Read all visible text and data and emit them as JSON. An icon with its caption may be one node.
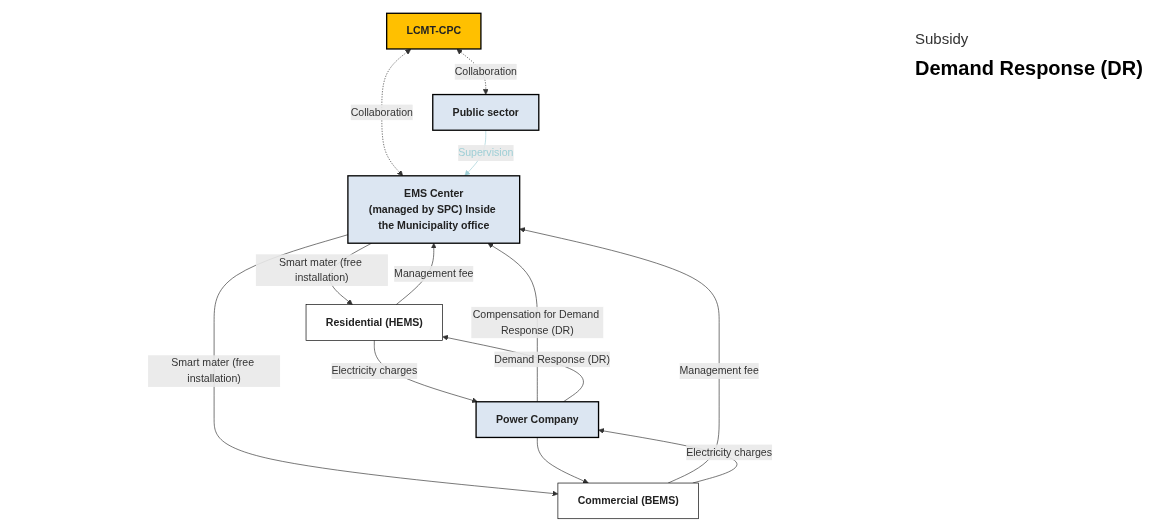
{
  "diagram": {
    "nodes": [
      {
        "text": [
          "LCMT-CPC"
        ]
      },
      {
        "text": [
          "Public sector"
        ]
      },
      {
        "text": [
          "Residential (HEMS)"
        ]
      },
      {
        "text": [
          "EMS Center",
          "(managed by SPC) Inside the Municipality office"
        ]
      },
      {
        "text": [
          "Commercial (BEMS)"
        ]
      },
      {
        "text": [
          "Power Company"
        ]
      }
    ],
    "edges": [
      {
        "from": 0,
        "to": 1,
        "arrow": "both",
        "label": "Collaboration",
        "style": "dashed"
      },
      {
        "from": 0,
        "to": 3,
        "arrow": "both",
        "label": "Collaboration",
        "style": "dashed"
      },
      {
        "from": 1,
        "to": 3,
        "arrow": "to",
        "label": "Supervision",
        "color": "#9fcfd6"
      },
      {
        "from": 3,
        "to": 2,
        "arrow": "to",
        "label": "Smart mater (free installation)"
      },
      {
        "from": 2,
        "to": 3,
        "arrow": "to",
        "label": "Management fee"
      },
      {
        "from": 4,
        "to": 3,
        "arrow": "to",
        "label": "Management fee"
      },
      {
        "from": 3,
        "to": 4,
        "arrow": "to",
        "label": "Smart mater (free installation)"
      },
      {
        "from": 5,
        "to": 3,
        "arrow": "to",
        "label": "Compensation for Demand Response (DR)"
      },
      {
        "from": 5,
        "to": 2,
        "arrow": "to",
        "label": "Demand Response (DR)"
      },
      {
        "from": 2,
        "to": 5,
        "arrow": "to",
        "label": "Electricity charges"
      },
      {
        "from": 4,
        "to": 5,
        "arrow": "to",
        "label": "Electricity charges"
      },
      {
        "from": 5,
        "to": 4,
        "arrow": "to"
      }
    ],
    "labels": [
      "Subsidy",
      "Demand Response (DR)"
    ]
  }
}
